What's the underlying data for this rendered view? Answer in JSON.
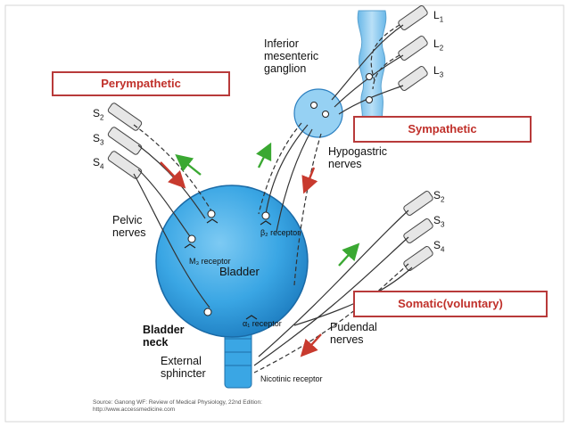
{
  "boxes": {
    "parasympathetic": "Perympathetic",
    "sympathetic": "Sympathetic",
    "somatic": "Somatic(voluntary)"
  },
  "segments": {
    "lumbar": [
      {
        "letter": "L",
        "num": "1"
      },
      {
        "letter": "L",
        "num": "2"
      },
      {
        "letter": "L",
        "num": "3"
      }
    ],
    "sacral_left": [
      {
        "letter": "S",
        "num": "2"
      },
      {
        "letter": "S",
        "num": "3"
      },
      {
        "letter": "S",
        "num": "4"
      }
    ],
    "sacral_right": [
      {
        "letter": "S",
        "num": "2"
      },
      {
        "letter": "S",
        "num": "3"
      },
      {
        "letter": "S",
        "num": "4"
      }
    ]
  },
  "labels": {
    "ganglion": "Inferior mesenteric ganglion",
    "hypogastric": "Hypogastric nerves",
    "pelvic": "Pelvic nerves",
    "beta_receptor": "β₂ receptor",
    "m_receptor": "M₃ receptor",
    "bladder": "Bladder",
    "alpha_receptor": "α₁ receptor",
    "bladder_neck": "Bladder neck",
    "external_sphincter": "External sphincter",
    "pudendal": "Pudendal nerves",
    "nicotinic": "Nicotinic receptor"
  },
  "source": {
    "line1": "Source: Ganong WF: Review of Medical Physiology, 22nd Edition:",
    "line2": "http://www.accessmedicine.com"
  },
  "colors": {
    "bladder": "#3aa6e4",
    "box_border": "#b83a3a",
    "box_text": "#c0302a",
    "arrow_green": "#3aa832",
    "arrow_red": "#c83a2e"
  }
}
